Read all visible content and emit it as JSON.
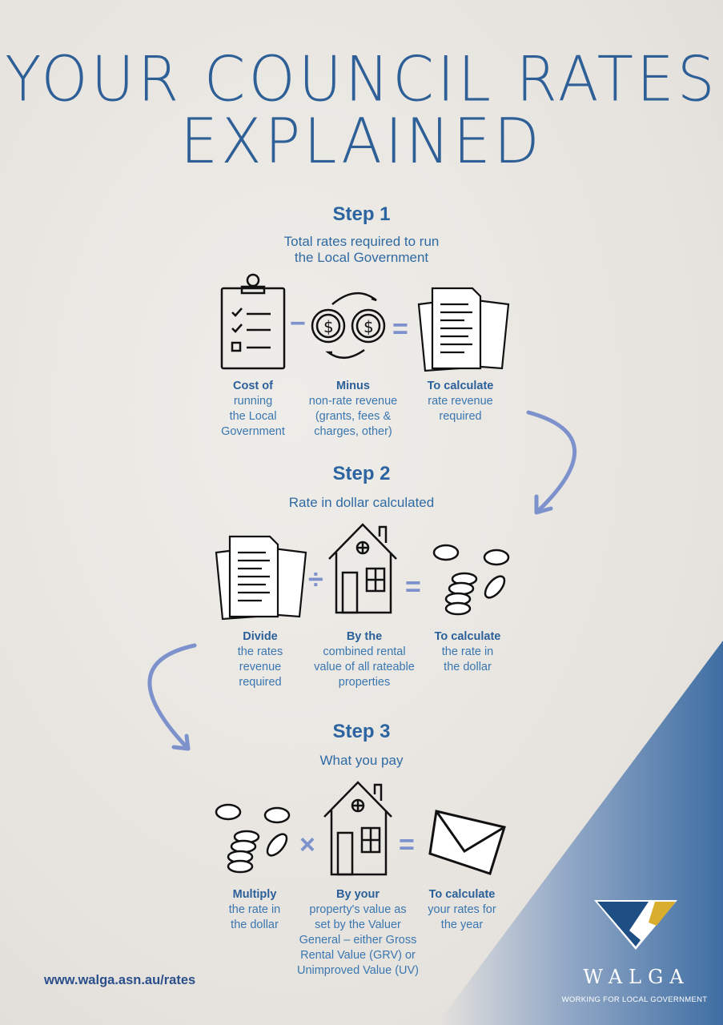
{
  "title": {
    "line1": "YOUR COUNCIL RATES",
    "line2": "EXPLAINED"
  },
  "steps": [
    {
      "heading": "Step 1",
      "subtitle_line1": "Total rates required to run",
      "subtitle_line2": "the Local Government",
      "items": [
        {
          "bold": "Cost of",
          "text": [
            "running",
            "the Local",
            "Government"
          ],
          "icon": "clipboard-checklist-icon"
        },
        {
          "bold": "Minus",
          "text": [
            "non-rate revenue",
            "(grants, fees &",
            "charges, other)"
          ],
          "icon": "coins-exchange-icon"
        },
        {
          "bold": "To calculate",
          "text": [
            "rate revenue",
            "required"
          ],
          "icon": "documents-icon"
        }
      ],
      "operators": [
        "−",
        "="
      ]
    },
    {
      "heading": "Step 2",
      "subtitle_line1": "Rate in dollar calculated",
      "items": [
        {
          "bold": "Divide",
          "text": [
            "the rates",
            "revenue",
            "required"
          ],
          "icon": "documents-icon"
        },
        {
          "bold": "By the",
          "text": [
            "combined rental",
            "value of all rateable",
            "properties"
          ],
          "icon": "house-icon"
        },
        {
          "bold": "To calculate",
          "text": [
            "the rate in",
            "the dollar"
          ],
          "icon": "coins-icon"
        }
      ],
      "operators": [
        "÷",
        "="
      ]
    },
    {
      "heading": "Step 3",
      "subtitle_line1": "What you pay",
      "items": [
        {
          "bold": "Multiply",
          "text": [
            "the rate in",
            "the dollar"
          ],
          "icon": "coins-icon"
        },
        {
          "bold": "By your",
          "text": [
            "property's value as",
            "set by the Valuer",
            "General – either Gross",
            "Rental Value (GRV) or",
            "Unimproved Value (UV)"
          ],
          "icon": "house-icon"
        },
        {
          "bold": "To calculate",
          "text": [
            "your rates for",
            "the year"
          ],
          "icon": "envelope-icon"
        }
      ],
      "operators": [
        "×",
        "="
      ]
    }
  ],
  "footer": {
    "url": "www.walga.asn.au/rates",
    "logo_name": "WALGA",
    "logo_tagline": "WORKING FOR LOCAL GOVERNMENT"
  },
  "colors": {
    "title": "#2e5f96",
    "text": "#2c6aa5",
    "operator": "#7d92cc",
    "corner": "#3f6ea3",
    "logo_gold": "#d9ae2e",
    "logo_navy": "#1d4f85"
  }
}
